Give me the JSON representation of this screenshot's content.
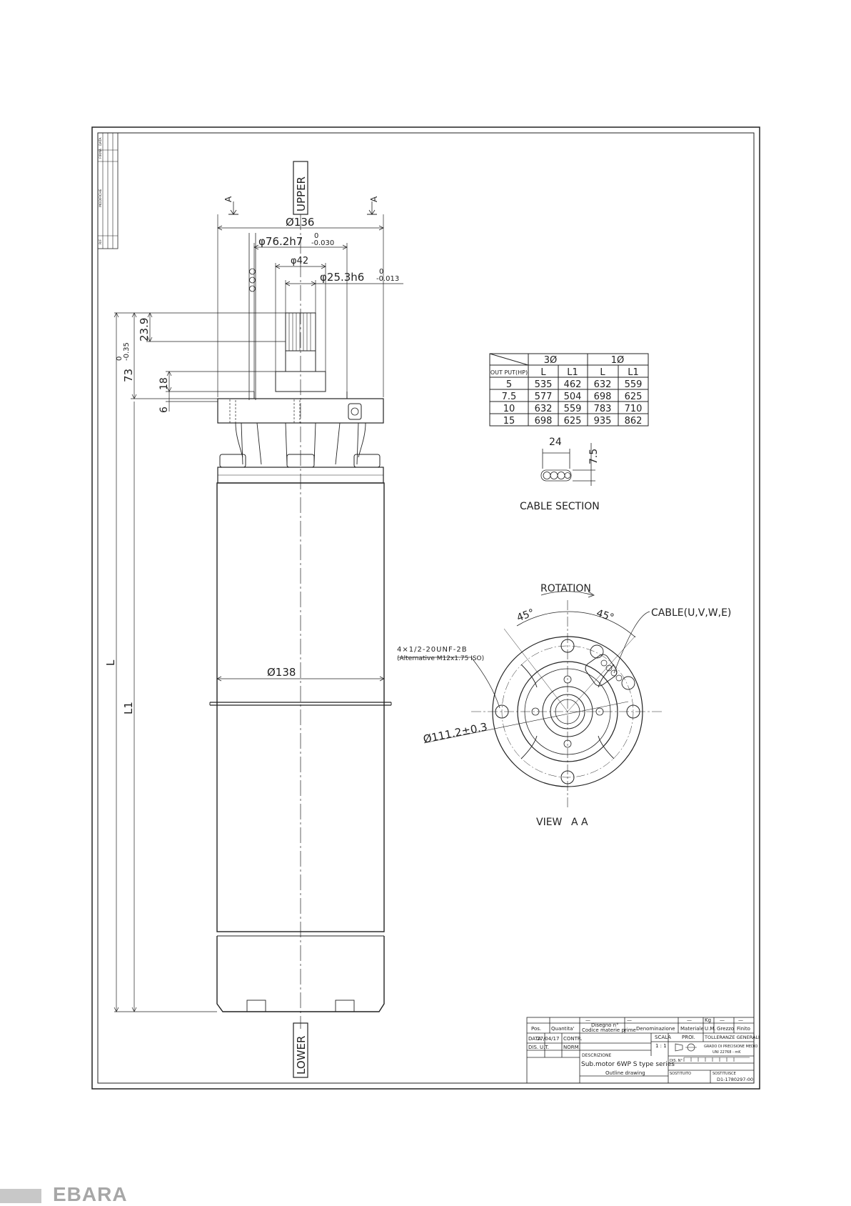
{
  "drawing": {
    "label_upper": "UPPER",
    "label_lower": "LOWER",
    "section_mark": "A",
    "dims": {
      "d136": "Ø136",
      "d762": "φ76.2h7",
      "d762_tol_upper": "0",
      "d762_tol_lower": "-0.030",
      "d42": "φ42",
      "d253": "φ25.3h6",
      "d253_tol_upper": "0",
      "d253_tol_lower": "-0.013",
      "v239": "23.9",
      "v73": "73",
      "v73_tol_upper": "0",
      "v73_tol_lower": "-0.35",
      "v18": "18",
      "v6": "6",
      "d138": "Ø138",
      "L": "L",
      "L1": "L1"
    },
    "thread_note_1": "4×1/2-20UNF-2B",
    "thread_note_2": "(Alternative M12x1.75 ISO)",
    "pcd": "Ø111.2±0.3",
    "rotation": "ROTATION",
    "angle_1": "45°",
    "angle_2": "45°",
    "cable_label": "CABLE(U,V,W,E)",
    "view_label": "VIEW",
    "view_mark": "A A",
    "cable_section": "CABLE SECTION",
    "cable_dim_w": "24",
    "cable_dim_h": "7.5"
  },
  "table": {
    "header_3ph": "3Ø",
    "header_1ph": "1Ø",
    "output_label": "OUT PUT(HP)",
    "col_L": "L",
    "col_L1": "L1",
    "rows": [
      {
        "hp": "5",
        "l3": "535",
        "l13": "462",
        "l1": "632",
        "l11": "559"
      },
      {
        "hp": "7.5",
        "l3": "577",
        "l13": "504",
        "l1": "698",
        "l11": "625"
      },
      {
        "hp": "10",
        "l3": "632",
        "l13": "559",
        "l1": "783",
        "l11": "710"
      },
      {
        "hp": "15",
        "l3": "698",
        "l13": "625",
        "l1": "935",
        "l11": "862"
      }
    ]
  },
  "revision": {
    "rif": "RIF",
    "modifiche": "MODIFICHE",
    "firma": "FIRMA",
    "data": "DATA"
  },
  "titleblock": {
    "dash": "—",
    "kg": "Kg",
    "pos": "Pos.",
    "quantita": "Quantita'",
    "disegno_1": "Disegno n°",
    "disegno_2": "Codice materie prime",
    "denominazione": "Denominazione",
    "materiale": "Materiale",
    "um": "U.M.",
    "grezzo": "Grezzo",
    "finito": "Finito",
    "data_label": "DATA",
    "data_value": "27/04/17",
    "contr": "CONTR.",
    "scala": "SCALA",
    "scala_value": "1 : 1",
    "proi": "PROI.",
    "toll": "TOLLERANZE GENERALI",
    "grado": "GRADO DI PRECISIONE MEDIO",
    "uni": "UNI 22768 - mK",
    "dis": "DIS.",
    "ut": "U.T.",
    "norm": "NORM.",
    "descrizione": "DESCRIZIONE",
    "desc_value": "Sub.motor 6WP S type series",
    "outline": "Outline drawing",
    "dis_n": "DIS. N°",
    "sostituito": "SOSTITUITO",
    "sostituisce": "SOSTITUISCE",
    "doc_no": "D1-1780297-00"
  },
  "brand": {
    "logo": "EBARA",
    "bar_color": "#c8c8c8",
    "logo_color": "#a7a7a7"
  }
}
